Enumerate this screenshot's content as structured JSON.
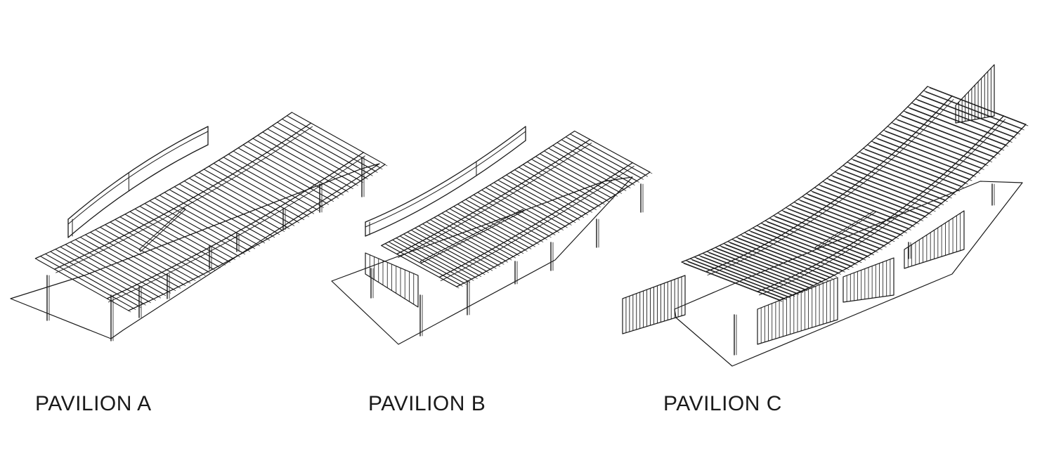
{
  "line_color": "#1a1a1a",
  "background": "#ffffff",
  "pavilions": [
    {
      "label": "PAVILION A"
    },
    {
      "label": "PAVILION B"
    },
    {
      "label": "PAVILION C"
    }
  ]
}
